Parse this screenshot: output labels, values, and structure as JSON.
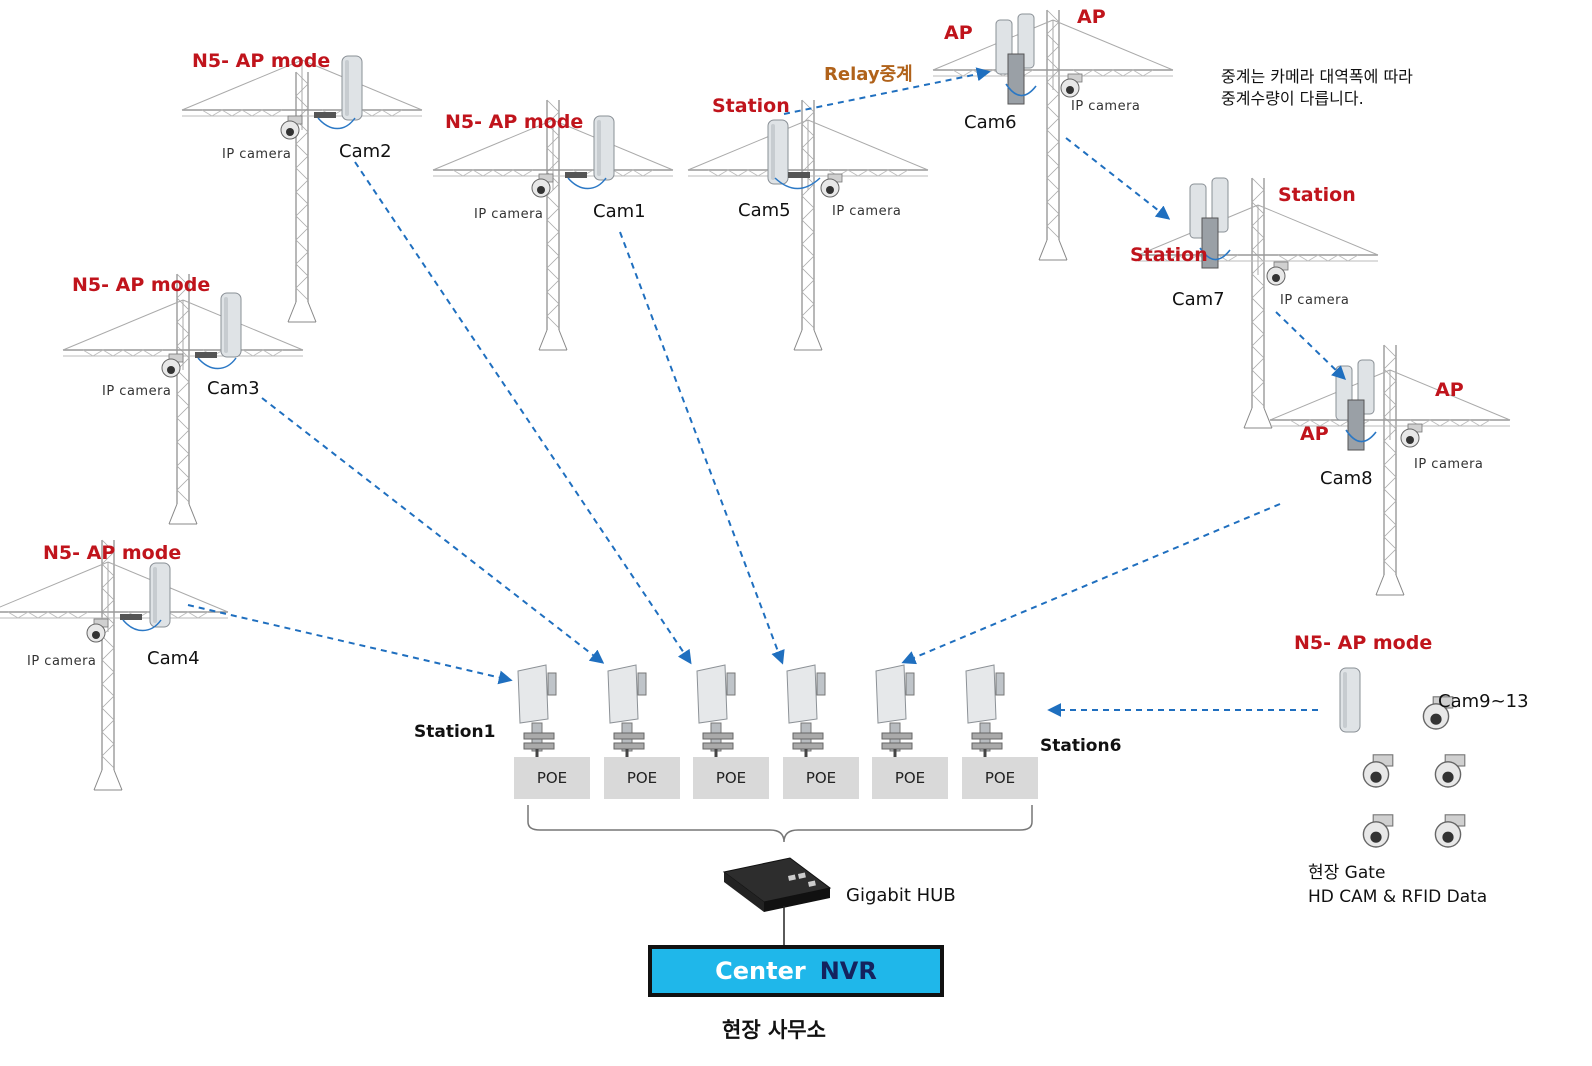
{
  "nodes": {
    "cam1": {
      "mode": "N5- AP mode",
      "name": "Cam1",
      "device": "IP camera"
    },
    "cam2": {
      "mode": "N5- AP mode",
      "name": "Cam2",
      "device": "IP camera"
    },
    "cam3": {
      "mode": "N5- AP mode",
      "name": "Cam3",
      "device": "IP camera"
    },
    "cam4": {
      "mode": "N5- AP mode",
      "name": "Cam4",
      "device": "IP camera"
    },
    "cam5": {
      "role": "Station",
      "name": "Cam5",
      "device": "IP camera"
    },
    "cam6": {
      "role_left": "AP",
      "role_right": "AP",
      "name": "Cam6",
      "device": "IP camera"
    },
    "cam7": {
      "role_left": "Station",
      "role_right": "Station",
      "name": "Cam7",
      "device": "IP camera"
    },
    "cam8": {
      "role_left": "AP",
      "role_right": "AP",
      "name": "Cam8",
      "device": "IP camera"
    },
    "gate": {
      "mode": "N5- AP mode",
      "name": "Cam9~13",
      "line1": "현장 Gate",
      "line2": "HD CAM & RFID Data"
    }
  },
  "relay_label": "Relay중계",
  "note": [
    "중계는 카메라 대역폭에 따라",
    "중계수량이 다릅니다."
  ],
  "stations": {
    "first": "Station1",
    "last": "Station6",
    "poe_labels": [
      "POE",
      "POE",
      "POE",
      "POE",
      "POE",
      "POE"
    ]
  },
  "hub_label": "Gigabit HUB",
  "nvr": {
    "word1": "Center",
    "word2": "NVR"
  },
  "office_label": "현장 사무소",
  "colors": {
    "link": "#1f6fbf",
    "label_red": "#c0141c",
    "relay": "#b0621a",
    "nvr": "#1fb7ea"
  },
  "links": [
    {
      "from": "Cam4",
      "to": "Station1"
    },
    {
      "from": "Cam3",
      "to": "Station2"
    },
    {
      "from": "Cam2",
      "to": "Station3"
    },
    {
      "from": "Cam1",
      "to": "Station4"
    },
    {
      "from": "Cam8",
      "to": "Station5"
    },
    {
      "from": "Cam9~13",
      "to": "Station6"
    },
    {
      "from": "Cam5",
      "to": "Cam6"
    },
    {
      "from": "Cam6",
      "to": "Cam7"
    },
    {
      "from": "Cam7",
      "to": "Cam8"
    }
  ]
}
